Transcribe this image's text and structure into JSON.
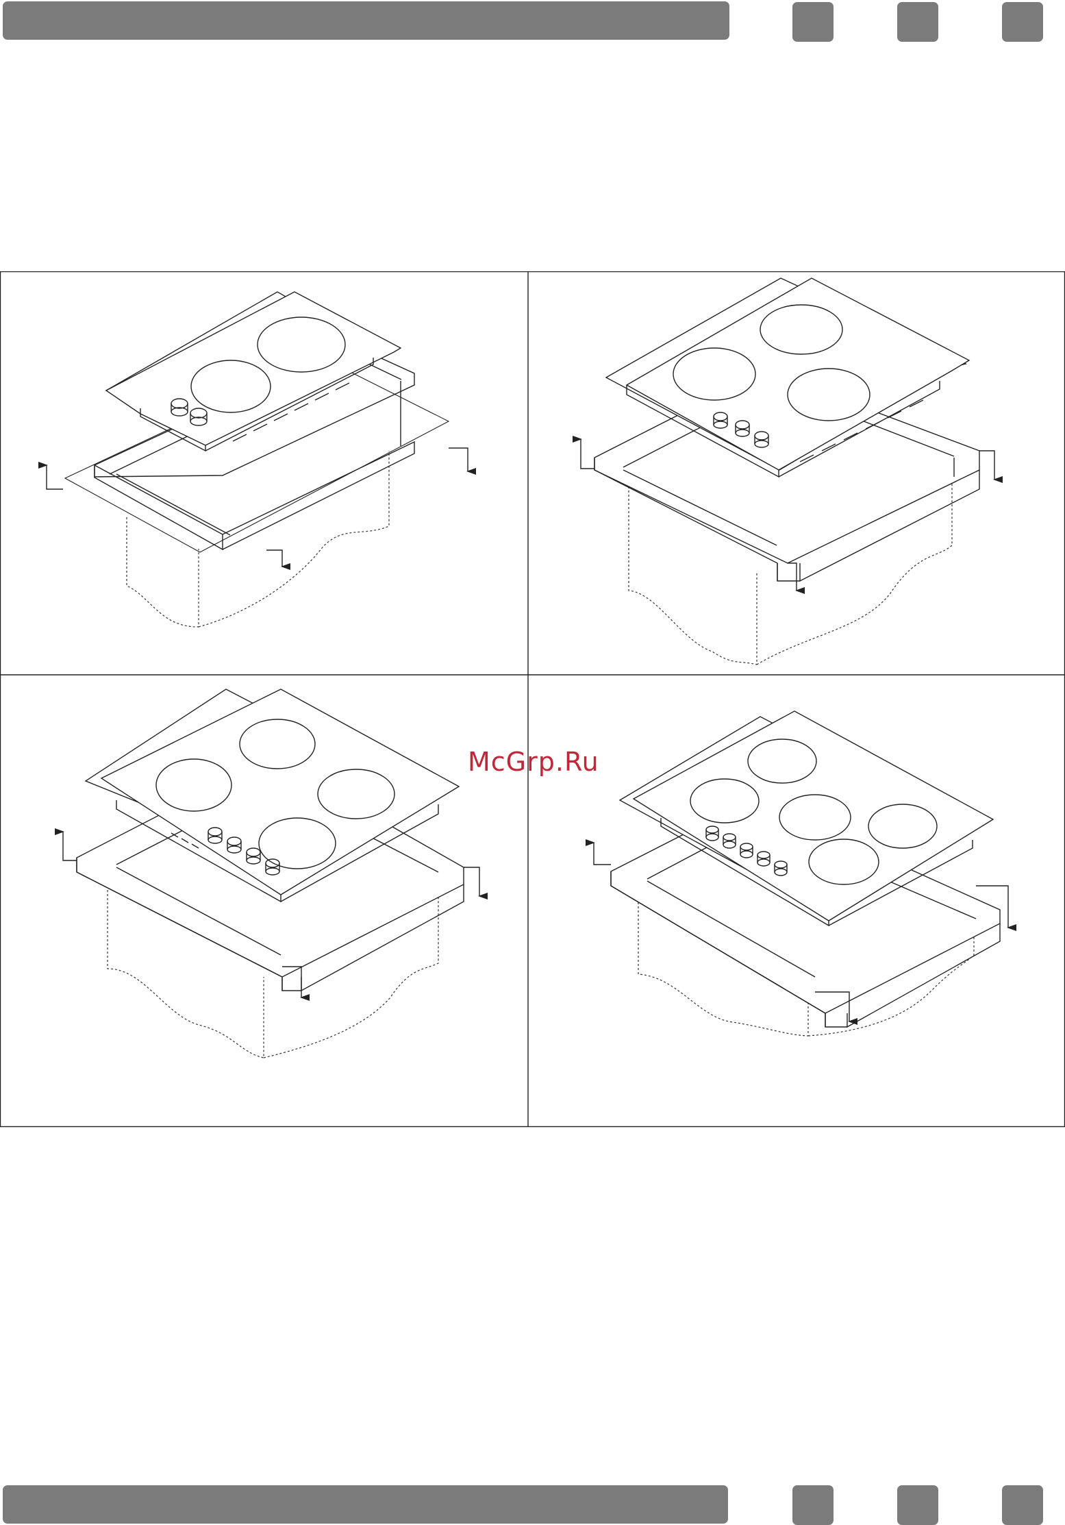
{
  "watermark": "McGrp.Ru",
  "header_bar": {
    "squares": 3
  },
  "footer_bar": {
    "squares": 3
  },
  "figures": [
    {
      "name": "hob-2-burner",
      "burners": 2,
      "knobs": 2
    },
    {
      "name": "hob-3-burner",
      "burners": 3,
      "knobs": 3
    },
    {
      "name": "hob-4-burner",
      "burners": 4,
      "knobs": 4
    },
    {
      "name": "hob-5-burner",
      "burners": 5,
      "knobs": 5
    }
  ]
}
